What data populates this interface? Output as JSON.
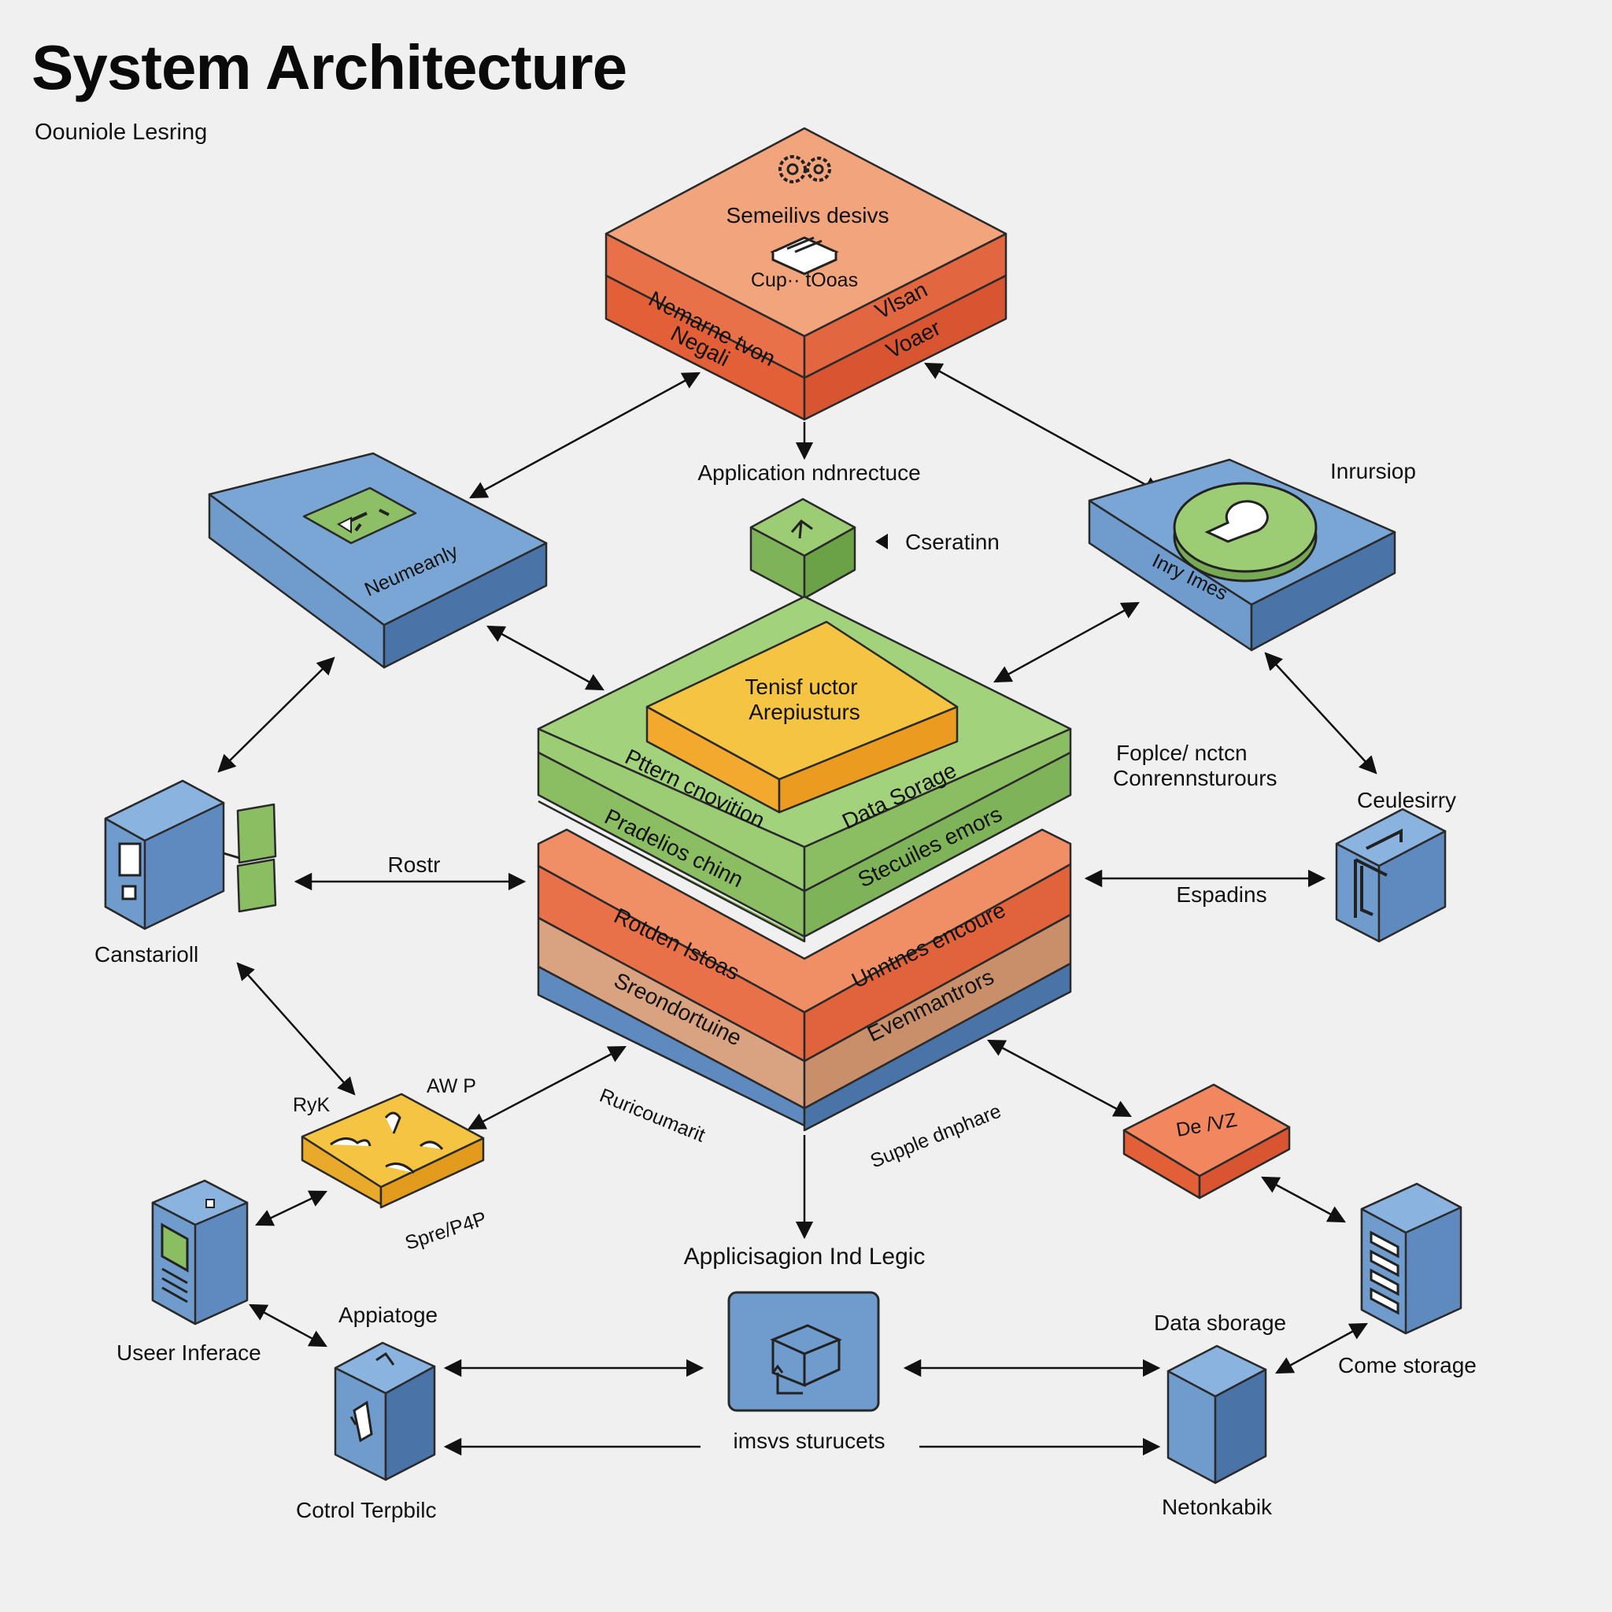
{
  "title": "System Architecture",
  "subtitle": "Oouniole Lesring",
  "colors": {
    "background": "#f0f0f0",
    "orange": "#e9714a",
    "orange_light": "#f2a47d",
    "blue": "#6f9bcd",
    "blue_dark": "#4a74a8",
    "green": "#93c46c",
    "yellow": "#f6c443",
    "tan": "#d9a280"
  },
  "top_block": {
    "top_label": "Semeilivs desivs",
    "icon_label": "Cup·· tOoas",
    "left_face_1": "Nemarne tvon",
    "left_face_2": "Negali",
    "right_face_1": "Vlsan",
    "right_face_2": "Voaer"
  },
  "labels": {
    "application_nd": "Application ndnrectuce",
    "operation": "Cseratinn",
    "left_slab": "Neumeanly",
    "right_header": "Inrursiop",
    "right_slab": "Inry Imes",
    "foplce_1": "Foplce/ nctcn",
    "foplce_2": "Conrennsturours",
    "ceulesirry": "Ceulesirry",
    "rostr": "Rostr",
    "espadins": "Espadins",
    "canstarioll": "Canstarioll",
    "ryk": "RyK",
    "awp": "AW P",
    "sprep": "Spre/P4P",
    "ruricoumarit": "Ruricoumarit",
    "supple": "Supple dnphare",
    "dev": "De /VZ",
    "app_logic": "Applicisagion Ind Legic",
    "appiatoge": "Appiatoge",
    "user_interface": "Useer Inferace",
    "control": "Cotrol Terpbilc",
    "imsvs": "imsvs sturucets",
    "data_storage": "Data sborage",
    "come_storage": "Come storage",
    "netonkabik": "Netonkabik"
  },
  "central_stack": {
    "core_1": "Tenisf uctor",
    "core_2": "Arepiusturs",
    "green_left_1": "Pttern cnovition",
    "green_left_2": "Pradelios chinn",
    "green_right_1": "Data Sorage",
    "green_right_2": "Stecuiles emors",
    "orange_left": "Rotden Istoas",
    "orange_right": "Unntnes encoure",
    "tan_left": "Sreondortuine",
    "tan_right": "Evenmantrors"
  }
}
